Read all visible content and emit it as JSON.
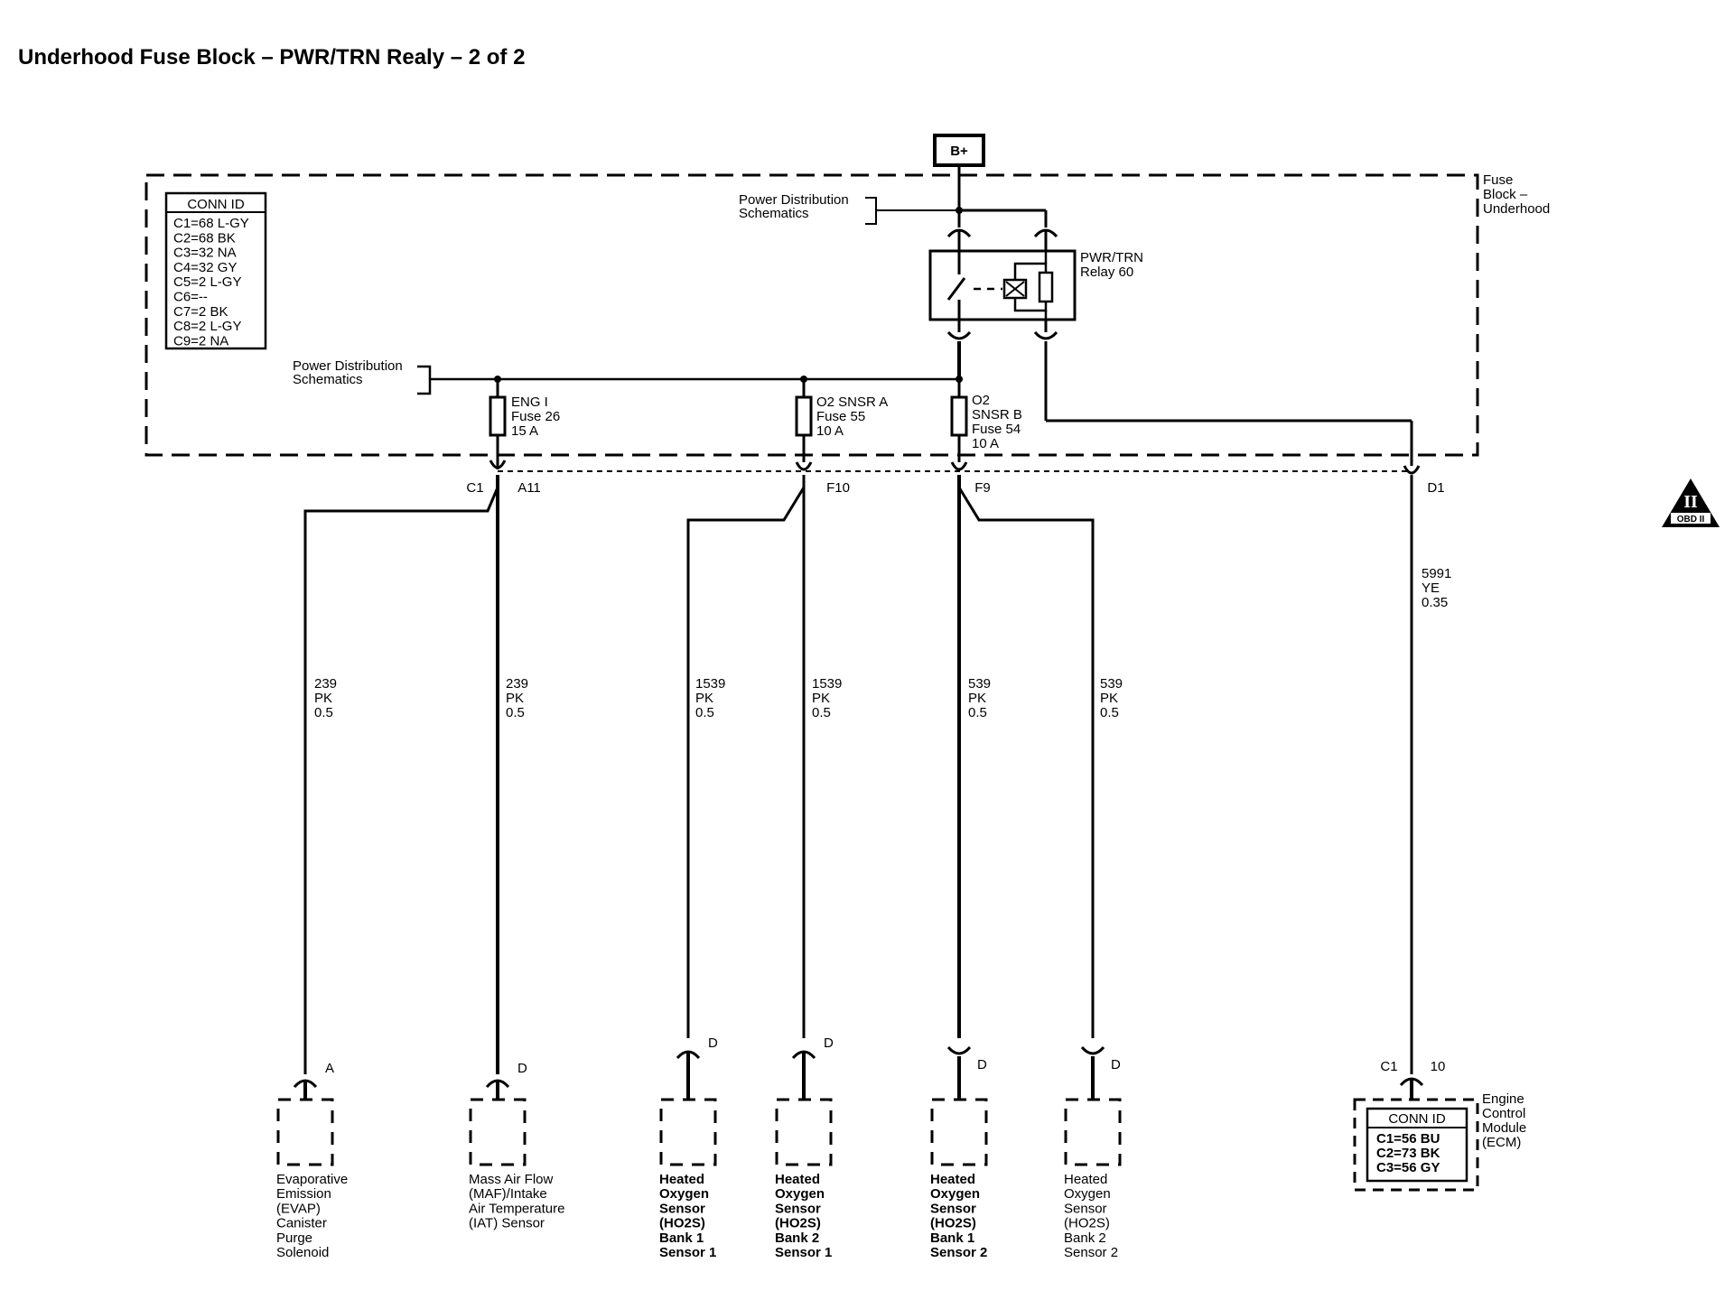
{
  "title": "Underhood Fuse Block – PWR/TRN Realy – 2 of 2",
  "power_source": "B+",
  "fuse_block": {
    "name": [
      "Fuse",
      "Block –",
      "Underhood"
    ]
  },
  "conn_id_table": {
    "header": "CONN ID",
    "rows": [
      "C1=68 L-GY",
      "C2=68 BK",
      "C3=32 NA",
      "C4=32 GY",
      "C5=2 L-GY",
      "C6=--",
      "C7=2 BK",
      "C8=2 L-GY",
      "C9=2 NA"
    ]
  },
  "power_dist_top": [
    "Power Distribution",
    "Schematics"
  ],
  "power_dist_left": [
    "Power Distribution",
    "Schematics"
  ],
  "relay": {
    "label": [
      "PWR/TRN",
      "Relay 60"
    ]
  },
  "fuses": [
    {
      "label": [
        "ENG I",
        "Fuse 26",
        "15 A"
      ]
    },
    {
      "label": [
        "O2 SNSR A",
        "Fuse 55",
        "10 A"
      ]
    },
    {
      "label": [
        "O2",
        "SNSR B",
        "Fuse 54",
        "10 A"
      ]
    }
  ],
  "connector_labels": {
    "c1": "C1",
    "a11": "A11",
    "f10": "F10",
    "f9": "F9",
    "d1": "D1"
  },
  "wires": [
    {
      "circuit": "239",
      "color": "PK",
      "gauge": "0.5"
    },
    {
      "circuit": "239",
      "color": "PK",
      "gauge": "0.5"
    },
    {
      "circuit": "1539",
      "color": "PK",
      "gauge": "0.5"
    },
    {
      "circuit": "1539",
      "color": "PK",
      "gauge": "0.5"
    },
    {
      "circuit": "539",
      "color": "PK",
      "gauge": "0.5"
    },
    {
      "circuit": "539",
      "color": "PK",
      "gauge": "0.5"
    },
    {
      "circuit": "5991",
      "color": "YE",
      "gauge": "0.35"
    }
  ],
  "components": [
    {
      "pin": "A",
      "name": [
        "Evaporative",
        "Emission",
        "(EVAP)",
        "Canister",
        "Purge",
        "Solenoid"
      ]
    },
    {
      "pin": "D",
      "name": [
        "Mass Air Flow",
        "(MAF)/Intake",
        "Air Temperature",
        "(IAT) Sensor"
      ]
    },
    {
      "pin": "D",
      "name": [
        "Heated",
        "Oxygen",
        "Sensor",
        "(HO2S)",
        "Bank 1",
        "Sensor 1"
      ]
    },
    {
      "pin": "D",
      "name": [
        "Heated",
        "Oxygen",
        "Sensor",
        "(HO2S)",
        "Bank 2",
        "Sensor 1"
      ]
    },
    {
      "pin": "D",
      "name": [
        "Heated",
        "Oxygen",
        "Sensor",
        "(HO2S)",
        "Bank 1",
        "Sensor 2"
      ]
    },
    {
      "pin": "D",
      "name": [
        "Heated",
        "Oxygen",
        "Sensor",
        "(HO2S)",
        "Bank 2",
        "Sensor 2"
      ]
    }
  ],
  "ecm": {
    "connector": "C1",
    "pin": "10",
    "name": [
      "Engine",
      "Control",
      "Module",
      "(ECM)"
    ],
    "conn_header": "CONN ID",
    "conn_rows": [
      "C1=56 BU",
      "C2=73 BK",
      "C3=56 GY"
    ]
  },
  "obd_badge": {
    "main": "II",
    "sub": "OBD II"
  }
}
